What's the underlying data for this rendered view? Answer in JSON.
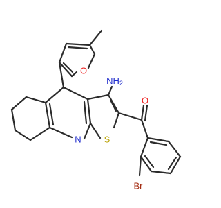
{
  "molecule": {
    "atoms": {
      "amine": {
        "text": "NH",
        "subscript": "2"
      },
      "furan_oxygen": "O",
      "carbonyl_oxygen": "O",
      "pyridine_nitrogen": "N",
      "thiophene_sulfur": "S",
      "bromine": "Br"
    },
    "colors": {
      "bond": "#2b2b2b",
      "nitrogen": "#1f2ccc",
      "oxygen": "#ee1c1c",
      "sulfur": "#b8a100",
      "bromine": "#a3290f"
    }
  }
}
